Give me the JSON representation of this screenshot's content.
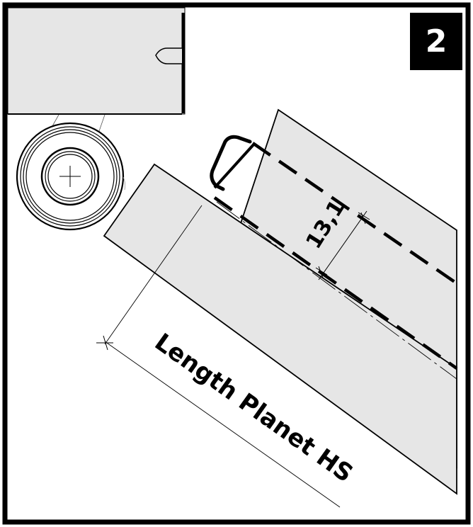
{
  "step_number": "2",
  "dimension": {
    "value": "13,1"
  },
  "length_label": "Length Planet HS",
  "colors": {
    "part_fill": "#e6e6e6",
    "line": "#000000",
    "background": "#ffffff",
    "badge_bg": "#000000",
    "badge_text": "#ffffff"
  }
}
